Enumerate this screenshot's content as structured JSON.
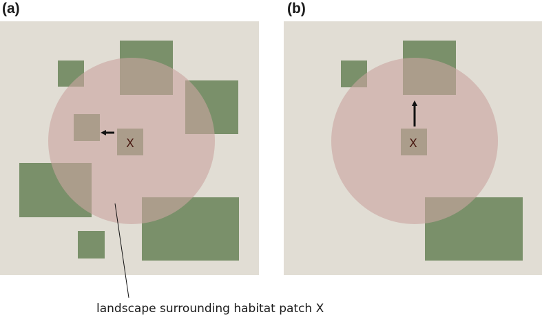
{
  "panels": [
    {
      "id": "a",
      "label": "(a)",
      "focal_patch_label": "X"
    },
    {
      "id": "b",
      "label": "(b)",
      "focal_patch_label": "X"
    }
  ],
  "caption": "landscape surrounding habitat patch X",
  "colors": {
    "background": "#e1ddd4",
    "habitat": "#7a906a",
    "buffer": "#c9a5a0",
    "arrow": "#111111",
    "x_text": "#4a1a12"
  }
}
